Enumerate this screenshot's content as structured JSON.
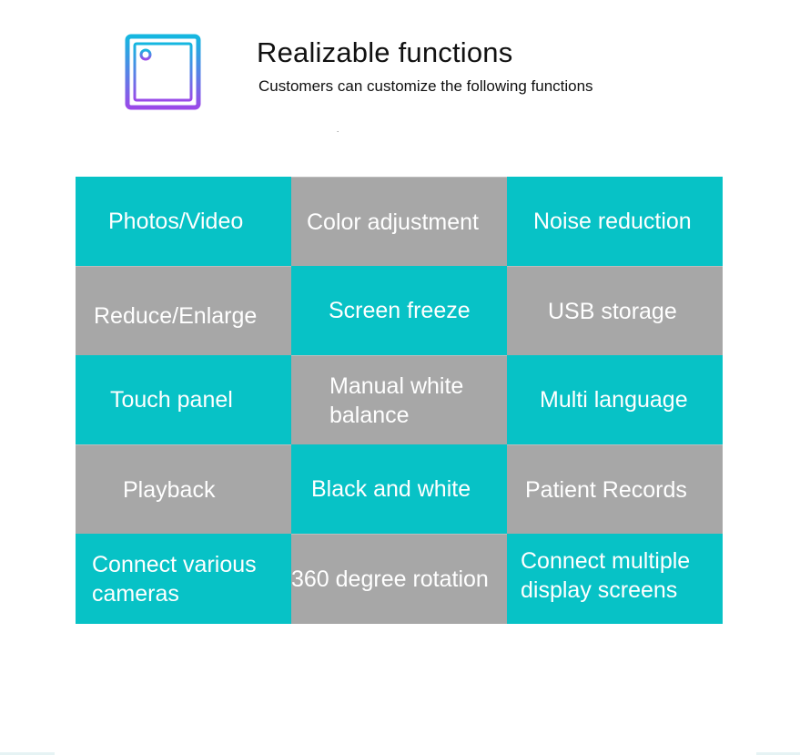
{
  "header": {
    "icon": "microchip-icon",
    "title": "Realizable functions",
    "subtitle": "Customers can customize the following functions",
    "dot": "."
  },
  "colors": {
    "teal": "#07c2c6",
    "gray": "#a7a7a7",
    "chip_gradient_top": "#15b7e0",
    "chip_gradient_bottom": "#9a49e8"
  },
  "functions": [
    {
      "label": "Photos/Video",
      "color": "teal"
    },
    {
      "label": "Color adjustment",
      "color": "gray"
    },
    {
      "label": "Noise reduction",
      "color": "teal"
    },
    {
      "label": "Reduce/Enlarge",
      "color": "gray"
    },
    {
      "label": "Screen freeze",
      "color": "teal"
    },
    {
      "label": "USB storage",
      "color": "gray"
    },
    {
      "label": "Touch panel",
      "color": "teal"
    },
    {
      "label": "Manual white\nbalance",
      "color": "gray"
    },
    {
      "label": "Multi language",
      "color": "teal"
    },
    {
      "label": "Playback",
      "color": "gray"
    },
    {
      "label": "Black and white",
      "color": "teal"
    },
    {
      "label": "Patient Records",
      "color": "gray"
    },
    {
      "label": "Connect various\ncameras",
      "color": "teal"
    },
    {
      "label": "360 degree rotation",
      "color": "gray"
    },
    {
      "label": "Connect multiple\ndisplay screens",
      "color": "teal"
    }
  ]
}
